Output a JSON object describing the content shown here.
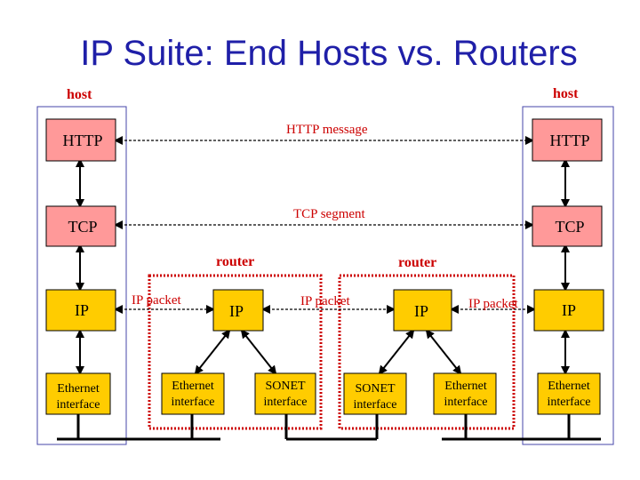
{
  "title": "IP Suite: End Hosts vs. Routers",
  "labels": {
    "host_left": "host",
    "host_right": "host",
    "router_left": "router",
    "router_right": "router",
    "http_message": "HTTP message",
    "tcp_segment": "TCP segment",
    "ip_packet_1": "IP packet",
    "ip_packet_2": "IP packet",
    "ip_packet_3": "IP packet"
  },
  "boxes": {
    "http_left": "HTTP",
    "http_right": "HTTP",
    "tcp_left": "TCP",
    "tcp_right": "TCP",
    "ip_host_left": "IP",
    "ip_router_1": "IP",
    "ip_router_2": "IP",
    "ip_host_right": "IP",
    "eth_host_left": [
      "Ethernet",
      "interface"
    ],
    "eth_router_1": [
      "Ethernet",
      "interface"
    ],
    "sonet_router_1": [
      "SONET",
      "interface"
    ],
    "sonet_router_2": [
      "SONET",
      "interface"
    ],
    "eth_router_2": [
      "Ethernet",
      "interface"
    ],
    "eth_host_right": [
      "Ethernet",
      "interface"
    ]
  },
  "colors": {
    "title": "#1f1fa8",
    "label": "#cc0000",
    "app_box": "#ff9999",
    "ip_box": "#ffcc00",
    "host_outline": "#4444aa",
    "router_outline": "#cc0000"
  }
}
